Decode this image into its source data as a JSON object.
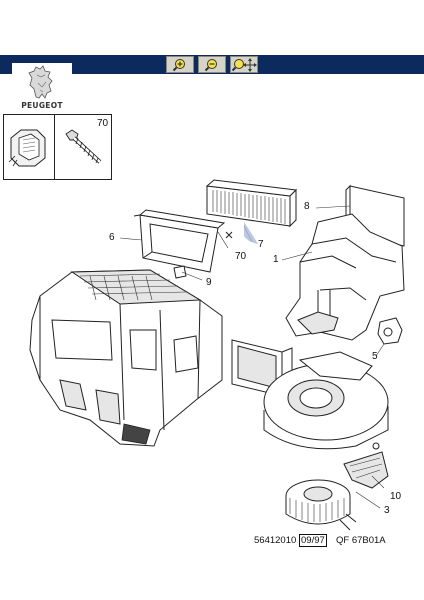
{
  "toolbar": {
    "buttons": [
      {
        "name": "zoom-in",
        "icon": "zoom-in-icon"
      },
      {
        "name": "zoom-out",
        "icon": "zoom-out-icon"
      },
      {
        "name": "zoom-pan",
        "icon": "zoom-pan-icon"
      }
    ]
  },
  "brand": {
    "name": "PEUGEOT"
  },
  "inset": {
    "callout": "70"
  },
  "callouts": {
    "c1": "1",
    "c3": "3",
    "c5": "5",
    "c6": "6",
    "c7": "7",
    "c8": "8",
    "c9": "9",
    "c10": "10",
    "c70": "70"
  },
  "footer": {
    "part_ref": "56412010",
    "date": "09/97",
    "code": "QF 67B01A"
  },
  "colors": {
    "toolbar_bg": "#0c2a5e",
    "button_bg": "#d6d4c8"
  }
}
